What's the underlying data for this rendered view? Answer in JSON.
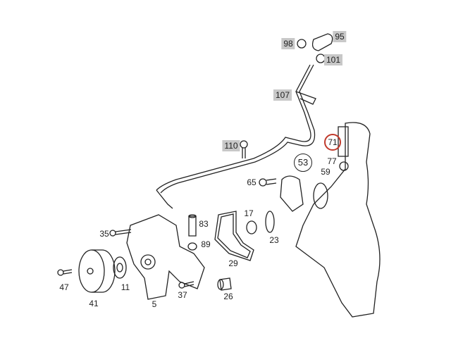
{
  "diagram": {
    "title": "Water pump and coolant line parts diagram",
    "highlight_color": "#c0392b",
    "label_box_color": "#c8c8c8",
    "parts": [
      {
        "id": "98",
        "style": "box"
      },
      {
        "id": "95",
        "style": "box"
      },
      {
        "id": "101",
        "style": "box"
      },
      {
        "id": "107",
        "style": "box"
      },
      {
        "id": "110",
        "style": "box"
      },
      {
        "id": "71",
        "style": "highlight"
      },
      {
        "id": "77",
        "style": "plain"
      },
      {
        "id": "53",
        "style": "circle"
      },
      {
        "id": "59",
        "style": "plain"
      },
      {
        "id": "65",
        "style": "plain"
      },
      {
        "id": "17",
        "style": "plain"
      },
      {
        "id": "83",
        "style": "plain"
      },
      {
        "id": "35",
        "style": "plain"
      },
      {
        "id": "89",
        "style": "plain"
      },
      {
        "id": "23",
        "style": "plain"
      },
      {
        "id": "29",
        "style": "plain"
      },
      {
        "id": "47",
        "style": "plain"
      },
      {
        "id": "11",
        "style": "plain"
      },
      {
        "id": "41",
        "style": "plain"
      },
      {
        "id": "5",
        "style": "plain"
      },
      {
        "id": "37",
        "style": "plain"
      },
      {
        "id": "26",
        "style": "plain"
      }
    ]
  }
}
